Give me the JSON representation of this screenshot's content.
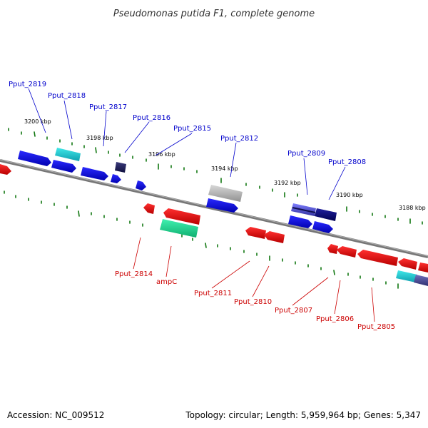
{
  "title": "Pseudomonas putida F1, complete genome",
  "footer": {
    "accession": "Accession: NC_009512",
    "summary": "Topology: circular; Length: 5,959,964 bp; Genes: 5,347"
  },
  "ruler_labels": [
    "3200 kbp",
    "3198 kbp",
    "3196 kbp",
    "3194 kbp",
    "3192 kbp",
    "3190 kbp",
    "3188 kbp"
  ],
  "gene_labels_forward": [
    "Pput_2819",
    "Pput_2818",
    "Pput_2817",
    "Pput_2816",
    "Pput_2815",
    "Pput_2812",
    "Pput_2809",
    "Pput_2808"
  ],
  "gene_labels_reverse": [
    "Pput_2814",
    "ampC",
    "Pput_2811",
    "Pput_2810",
    "Pput_2807",
    "Pput_2806",
    "Pput_2805"
  ],
  "colors": {
    "forward_label": "#0000cc",
    "reverse_label": "#cc0000",
    "forward_cds": "#1a1aee",
    "reverse_cds": "#ee1111",
    "tick": "#117711",
    "backbone": "#777777"
  }
}
